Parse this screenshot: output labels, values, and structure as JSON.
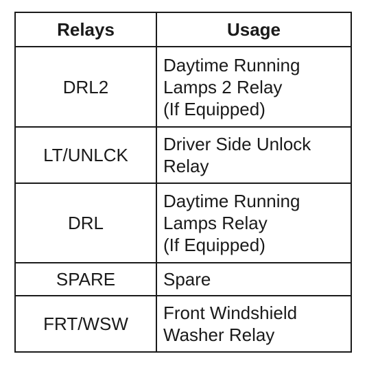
{
  "table": {
    "headers": {
      "relays": "Relays",
      "usage": "Usage"
    },
    "rows": [
      {
        "relay": "DRL2",
        "usage_lines": [
          "Daytime Running",
          "Lamps 2 Relay",
          "(If Equipped)"
        ]
      },
      {
        "relay": "LT/UNLCK",
        "usage_lines": [
          "Driver Side Unlock",
          "Relay"
        ]
      },
      {
        "relay": "DRL",
        "usage_lines": [
          "Daytime Running",
          "Lamps Relay",
          "(If Equipped)"
        ]
      },
      {
        "relay": "SPARE",
        "usage_lines": [
          "Spare"
        ]
      },
      {
        "relay": "FRT/WSW",
        "usage_lines": [
          "Front Windshield",
          "Washer Relay"
        ]
      }
    ]
  }
}
